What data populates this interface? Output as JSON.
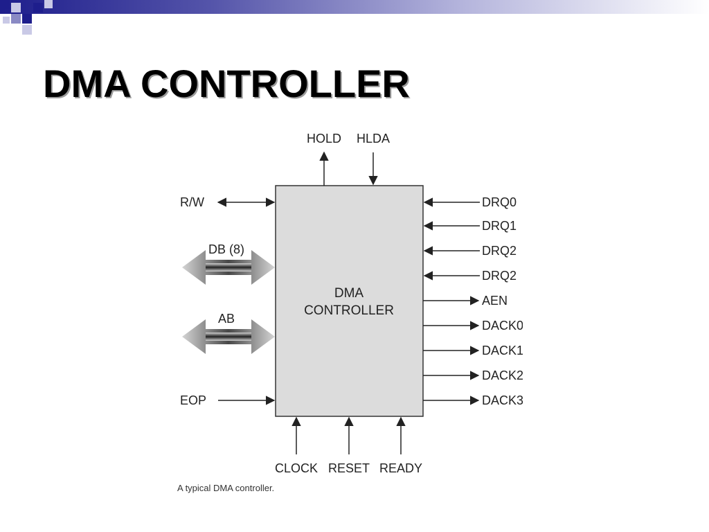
{
  "slide": {
    "title": "DMA CONTROLLER"
  },
  "diagram": {
    "block_label_line1": "DMA",
    "block_label_line2": "CONTROLLER",
    "top": {
      "hold": "HOLD",
      "hlda": "HLDA"
    },
    "left": {
      "rw": "R/W",
      "db": "DB (8)",
      "ab": "AB",
      "eop": "EOP"
    },
    "right": {
      "drq0": "DRQ0",
      "drq1": "DRQ1",
      "drq2a": "DRQ2",
      "drq2b": "DRQ2",
      "aen": "AEN",
      "dack0": "DACK0",
      "dack1": "DACK1",
      "dack2": "DACK2",
      "dack3": "DACK3"
    },
    "bottom": {
      "clock": "CLOCK",
      "reset": "RESET",
      "ready": "READY"
    },
    "caption": "A typical DMA controller."
  },
  "colors": {
    "bar_dark": "#1e1e8c",
    "bar_light": "#b4b4dc",
    "block_fill": "#dcdcdc"
  }
}
